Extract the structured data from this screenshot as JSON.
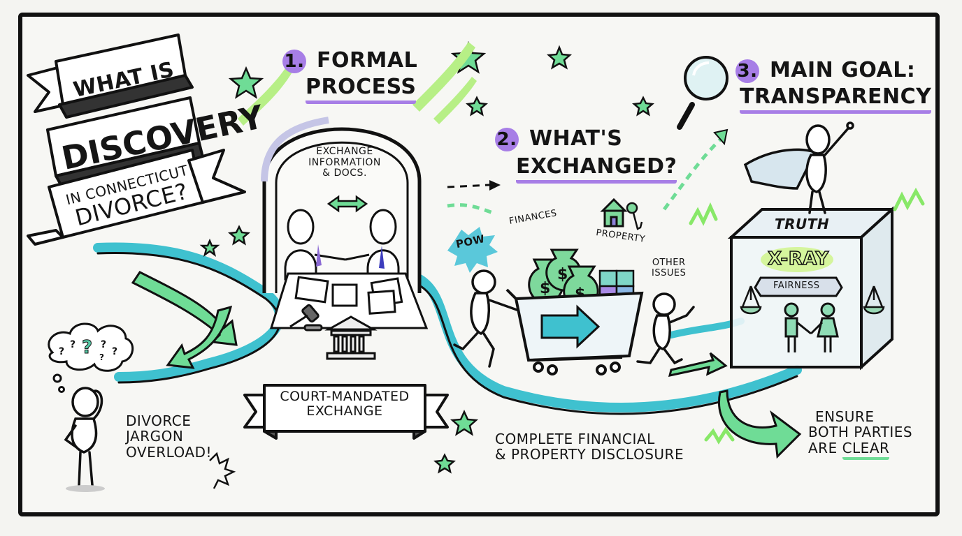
{
  "title": {
    "line1": "What is",
    "line2": "Discovery",
    "line3": "in Connecticut",
    "line4": "Divorce?"
  },
  "steps": [
    {
      "number": "1.",
      "line1": "Formal",
      "line2": "Process"
    },
    {
      "number": "2.",
      "line1": "What's",
      "line2": "Exchanged?"
    },
    {
      "number": "3.",
      "line1": "Main Goal:",
      "line2": "Transparency"
    }
  ],
  "arch": {
    "caption_line1": "Exchange",
    "caption_line2": "Information",
    "caption_line3": "& Docs.",
    "banner_line1": "Court-Mandated",
    "banner_line2": "Exchange"
  },
  "confused_person": {
    "line1": "Divorce",
    "line2": "Jargon",
    "line3": "Overload!"
  },
  "cart": {
    "pow": "POW",
    "finances": "Finances",
    "property": "Property",
    "other_line1": "Other",
    "other_line2": "Issues",
    "caption_line1": "Complete Financial",
    "caption_line2": "& Property Disclosure"
  },
  "truth_box": {
    "top_label": "Truth",
    "xray_label": "X-Ray",
    "fairness_label": "Fairness"
  },
  "outcome": {
    "line1": "Ensure",
    "line2": "Both Parties",
    "line3_prefix": "Are ",
    "line3_emph": "Clear"
  },
  "icons": [
    "star-icon",
    "magnifier-icon",
    "dollar-bag-icon",
    "house-icon",
    "key-icon",
    "puzzle-icon",
    "gavel-icon",
    "courthouse-icon",
    "document-icon",
    "scales-icon",
    "cart-icon",
    "thought-cloud-icon",
    "hero-cape-icon"
  ],
  "colors": {
    "background": "#f4f4f1",
    "ink": "#111111",
    "accent_purple": "#a77ee6",
    "accent_green": "#6fdc96",
    "accent_teal": "#3fc1cf",
    "banner_shadow": "#3a3a3a"
  }
}
